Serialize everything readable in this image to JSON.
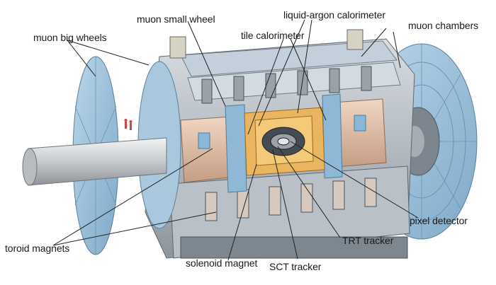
{
  "labels": {
    "muon_small_wheel": "muon small wheel",
    "liquid_argon_calorimeter": "liquid-argon calorimeter",
    "muon_chambers": "muon chambers",
    "tile_calorimeter": "tile calorimeter",
    "muon_big_wheels": "muon big wheels",
    "pixel_detector": "pixel detector",
    "trt_tracker": "TRT tracker",
    "toroid_magnets": "toroid magnets",
    "solenoid_magnet": "solenoid magnet",
    "sct_tracker": "SCT tracker"
  },
  "colors": {
    "background": "#ffffff",
    "blue_panels": "#8fb8d6",
    "steel": "#c9ccd0",
    "copper": "#d9b8a3",
    "calorimeter_orange": "#e6a23c",
    "dark_frame": "#5e6770",
    "leader_lines": "#222222"
  }
}
